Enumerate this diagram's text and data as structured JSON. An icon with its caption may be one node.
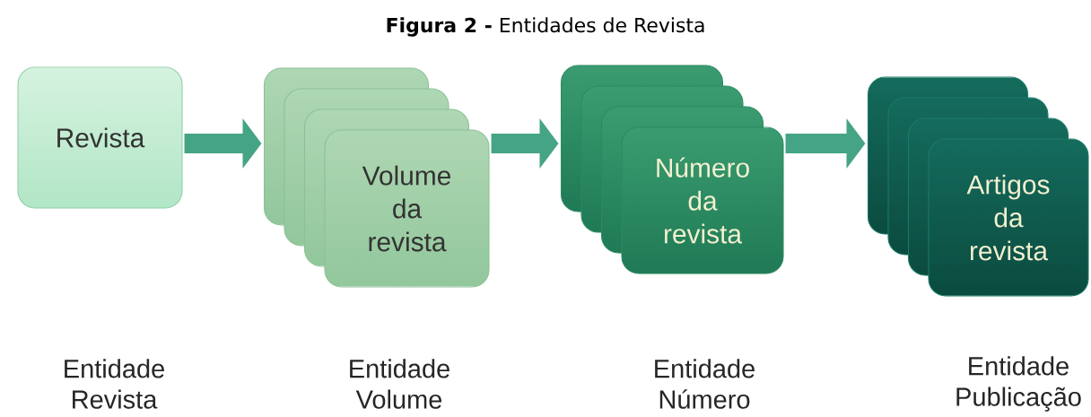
{
  "diagram": {
    "title": "**Figura 2 -** Entidades de Revista",
    "nodes": [
      {
        "text": [
          "Revista"
        ]
      },
      {
        "text": [
          "Volume da revista"
        ]
      },
      {
        "text": [
          "Número da revista"
        ]
      },
      {
        "text": [
          "Artigos da revista"
        ]
      }
    ],
    "edges": [
      {
        "from": 0,
        "to": 1,
        "arrow": "to"
      },
      {
        "from": 1,
        "to": 2,
        "arrow": "to"
      },
      {
        "from": 2,
        "to": 3,
        "arrow": "to"
      }
    ],
    "labels": [
      "Entidade Revista",
      "Entidade Volume",
      "Entidade Número",
      "Entidade Publicação"
    ]
  }
}
